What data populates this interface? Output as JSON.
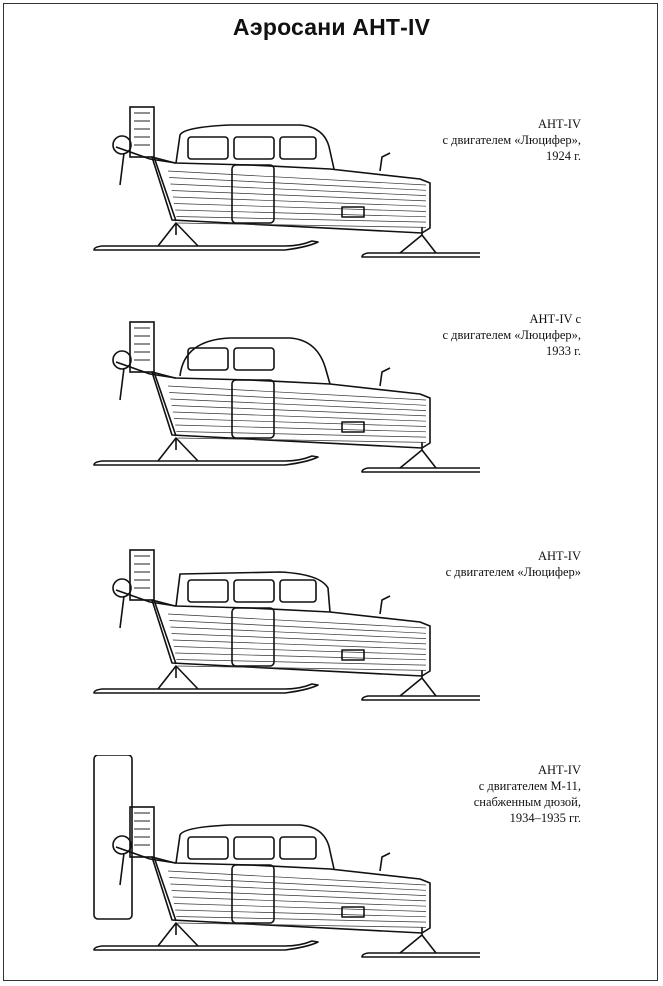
{
  "title": "Аэросани АНТ-IV",
  "figures": [
    {
      "lines": [
        "АНТ-IV",
        "с двигателем «Люцифер»,",
        "1924 г."
      ]
    },
    {
      "lines": [
        "АНТ-IV с",
        "с двигателем «Люцифер»,",
        "1933 г."
      ]
    },
    {
      "lines": [
        "АНТ-IV",
        "с двигателем «Люцифер»"
      ]
    },
    {
      "lines": [
        "АНТ-IV",
        "с двигателем М-11,",
        "снабженным дюзой,",
        "1934–1935 гг."
      ]
    }
  ]
}
